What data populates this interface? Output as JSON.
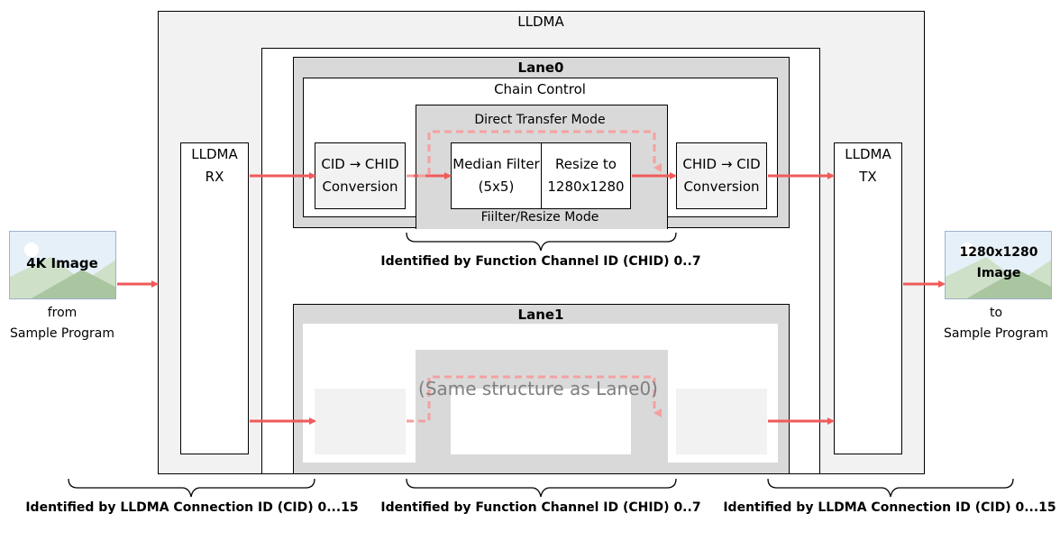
{
  "lldma": {
    "title": "LLDMA",
    "rx_line1": "LLDMA",
    "rx_line2": "RX",
    "tx_line1": "LLDMA",
    "tx_line2": "TX"
  },
  "lane0": {
    "title": "Lane0",
    "chain_control": "Chain Control",
    "direct_transfer_mode": "Direct Transfer Mode",
    "filter_resize_mode": "Fiilter/Resize Mode",
    "cid_to_chid_line1": "CID → CHID",
    "cid_to_chid_line2": "Conversion",
    "median_filter_line1": "Median Filter",
    "median_filter_line2": "(5x5)",
    "resize_line1": "Resize to",
    "resize_line2": "1280x1280",
    "chid_to_cid_line1": "CHID → CID",
    "chid_to_cid_line2": "Conversion"
  },
  "lane1": {
    "title": "Lane1",
    "note": "(Same structure as Lane0)"
  },
  "input": {
    "image_label": "4K Image",
    "from_line1": "from",
    "from_line2": "Sample Program"
  },
  "output": {
    "image_label_line1": "1280x1280",
    "image_label_line2": "Image",
    "to_line1": "to",
    "to_line2": "Sample Program"
  },
  "braces": {
    "chid_top": "Identified by Function Channel ID (CHID) 0..7",
    "cid_left": "Identified by LLDMA Connection ID (CID) 0...15",
    "chid_bottom": "Identified by Function Channel ID (CHID) 0..7",
    "cid_right": "Identified by LLDMA Connection ID (CID) 0...15"
  },
  "colors": {
    "arrow": "#f05a5a",
    "dashed_arrow": "#f5a0a0",
    "lane_fill": "#d9d9d9",
    "outer_fill": "#f2f2f2",
    "image_sky": "#e6f0f8",
    "image_mountain": "#a9c6a0"
  }
}
